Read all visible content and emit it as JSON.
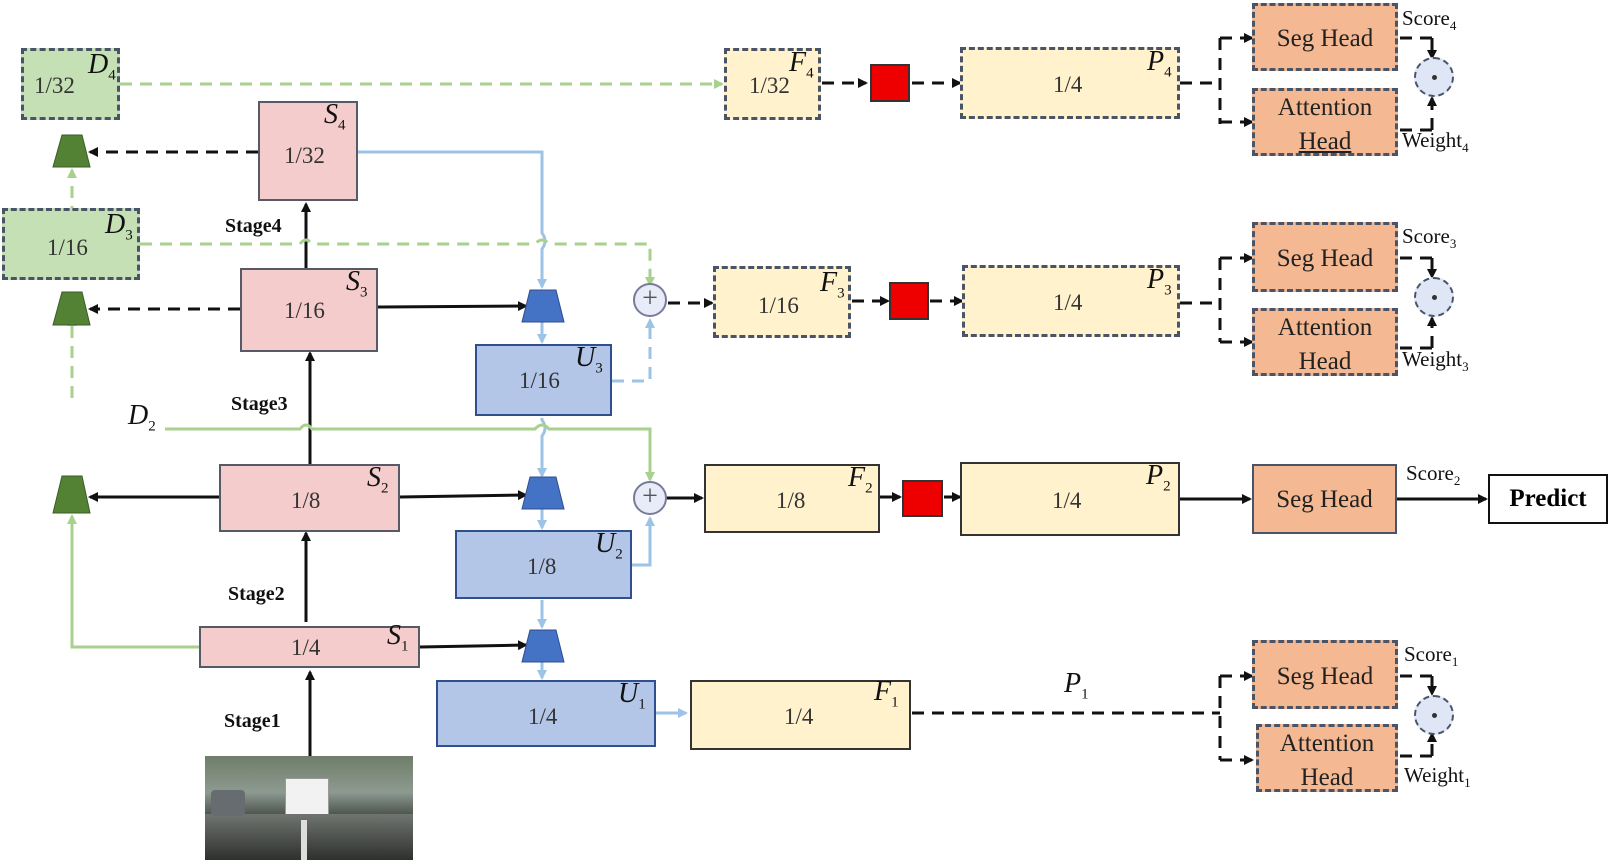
{
  "colors": {
    "blue_arrow": "#9dc3e6",
    "green_arrow": "#a9d18e",
    "black_arrow": "#111111",
    "upsample_block": "#4472c4",
    "downsample_block": "#548235",
    "fuse_block": "#ee0000"
  },
  "encoder": {
    "s1": {
      "name": "S",
      "sub": "1",
      "frac": "1/4"
    },
    "s2": {
      "name": "S",
      "sub": "2",
      "frac": "1/8"
    },
    "s3": {
      "name": "S",
      "sub": "3",
      "frac": "1/16"
    },
    "s4": {
      "name": "S",
      "sub": "4",
      "frac": "1/32"
    },
    "stages": [
      "Stage1",
      "Stage2",
      "Stage3",
      "Stage4"
    ]
  },
  "downsample": {
    "d2": {
      "name": "D",
      "sub": "2"
    },
    "d3": {
      "name": "D",
      "sub": "3",
      "frac": "1/16"
    },
    "d4": {
      "name": "D",
      "sub": "4",
      "frac": "1/32"
    }
  },
  "upsample": {
    "u1": {
      "name": "U",
      "sub": "1",
      "frac": "1/4"
    },
    "u2": {
      "name": "U",
      "sub": "2",
      "frac": "1/8"
    },
    "u3": {
      "name": "U",
      "sub": "3",
      "frac": "1/16"
    }
  },
  "features": {
    "f1": {
      "name": "F",
      "sub": "1",
      "frac": "1/4"
    },
    "f2": {
      "name": "F",
      "sub": "2",
      "frac": "1/8"
    },
    "f3": {
      "name": "F",
      "sub": "3",
      "frac": "1/16"
    },
    "f4": {
      "name": "F",
      "sub": "4",
      "frac": "1/32"
    }
  },
  "predictions": {
    "p1": {
      "name": "P",
      "sub": "1"
    },
    "p2": {
      "name": "P",
      "sub": "2",
      "frac": "1/4"
    },
    "p3": {
      "name": "P",
      "sub": "3",
      "frac": "1/4"
    },
    "p4": {
      "name": "P",
      "sub": "4",
      "frac": "1/4"
    }
  },
  "heads": {
    "seg_head": "Seg Head",
    "attention_line1": "Attention",
    "attention_line2": "Head",
    "score": "Score",
    "weight": "Weight",
    "plus_glyph": "+"
  },
  "predict_label": "Predict"
}
